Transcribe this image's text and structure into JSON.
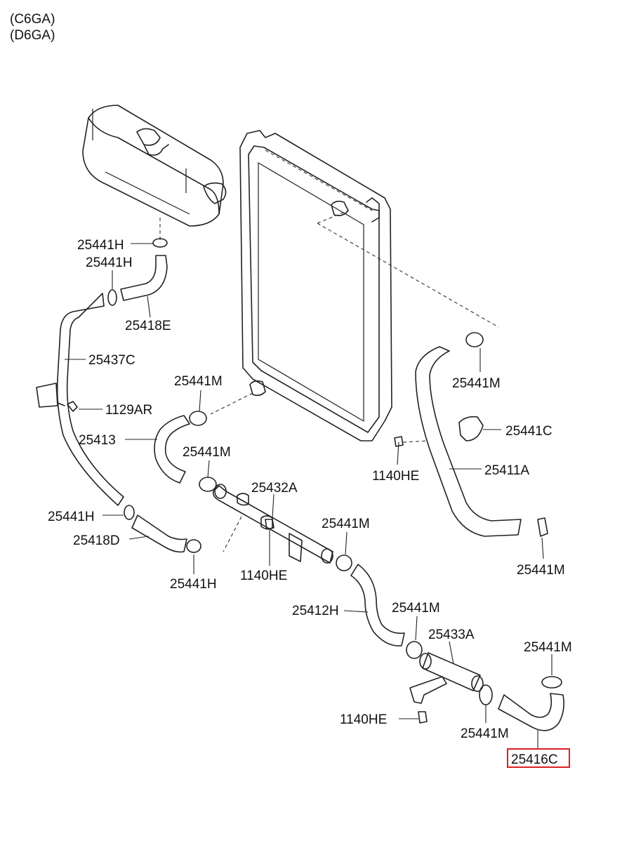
{
  "header": {
    "lines": [
      "(C6GA)",
      "(D6GA)"
    ]
  },
  "highlight_color": "#e02020",
  "labels": {
    "p_25441H_top": "25441H",
    "p_25441H_second": "25441H",
    "p_25418E": "25418E",
    "p_25437C": "25437C",
    "p_1129AR": "1129AR",
    "p_25441M_upper_left": "25441M",
    "p_25413": "25413",
    "p_25441M_mid": "25441M",
    "p_25432A": "25432A",
    "p_25441H_left": "25441H",
    "p_25418D": "25418D",
    "p_25441H_bottom": "25441H",
    "p_1140HE_mid": "1140HE",
    "p_25441M_center": "25441M",
    "p_25441M_right_top": "25441M",
    "p_25441C": "25441C",
    "p_1140HE_right": "1140HE",
    "p_25411A": "25411A",
    "p_25441M_right": "25441M",
    "p_25412H": "25412H",
    "p_25441M_lower": "25441M",
    "p_25433A": "25433A",
    "p_25441M_bottom_right": "25441M",
    "p_1140HE_bottom": "1140HE",
    "p_25441M_bottom": "25441M",
    "p_25416C": "25416C"
  }
}
